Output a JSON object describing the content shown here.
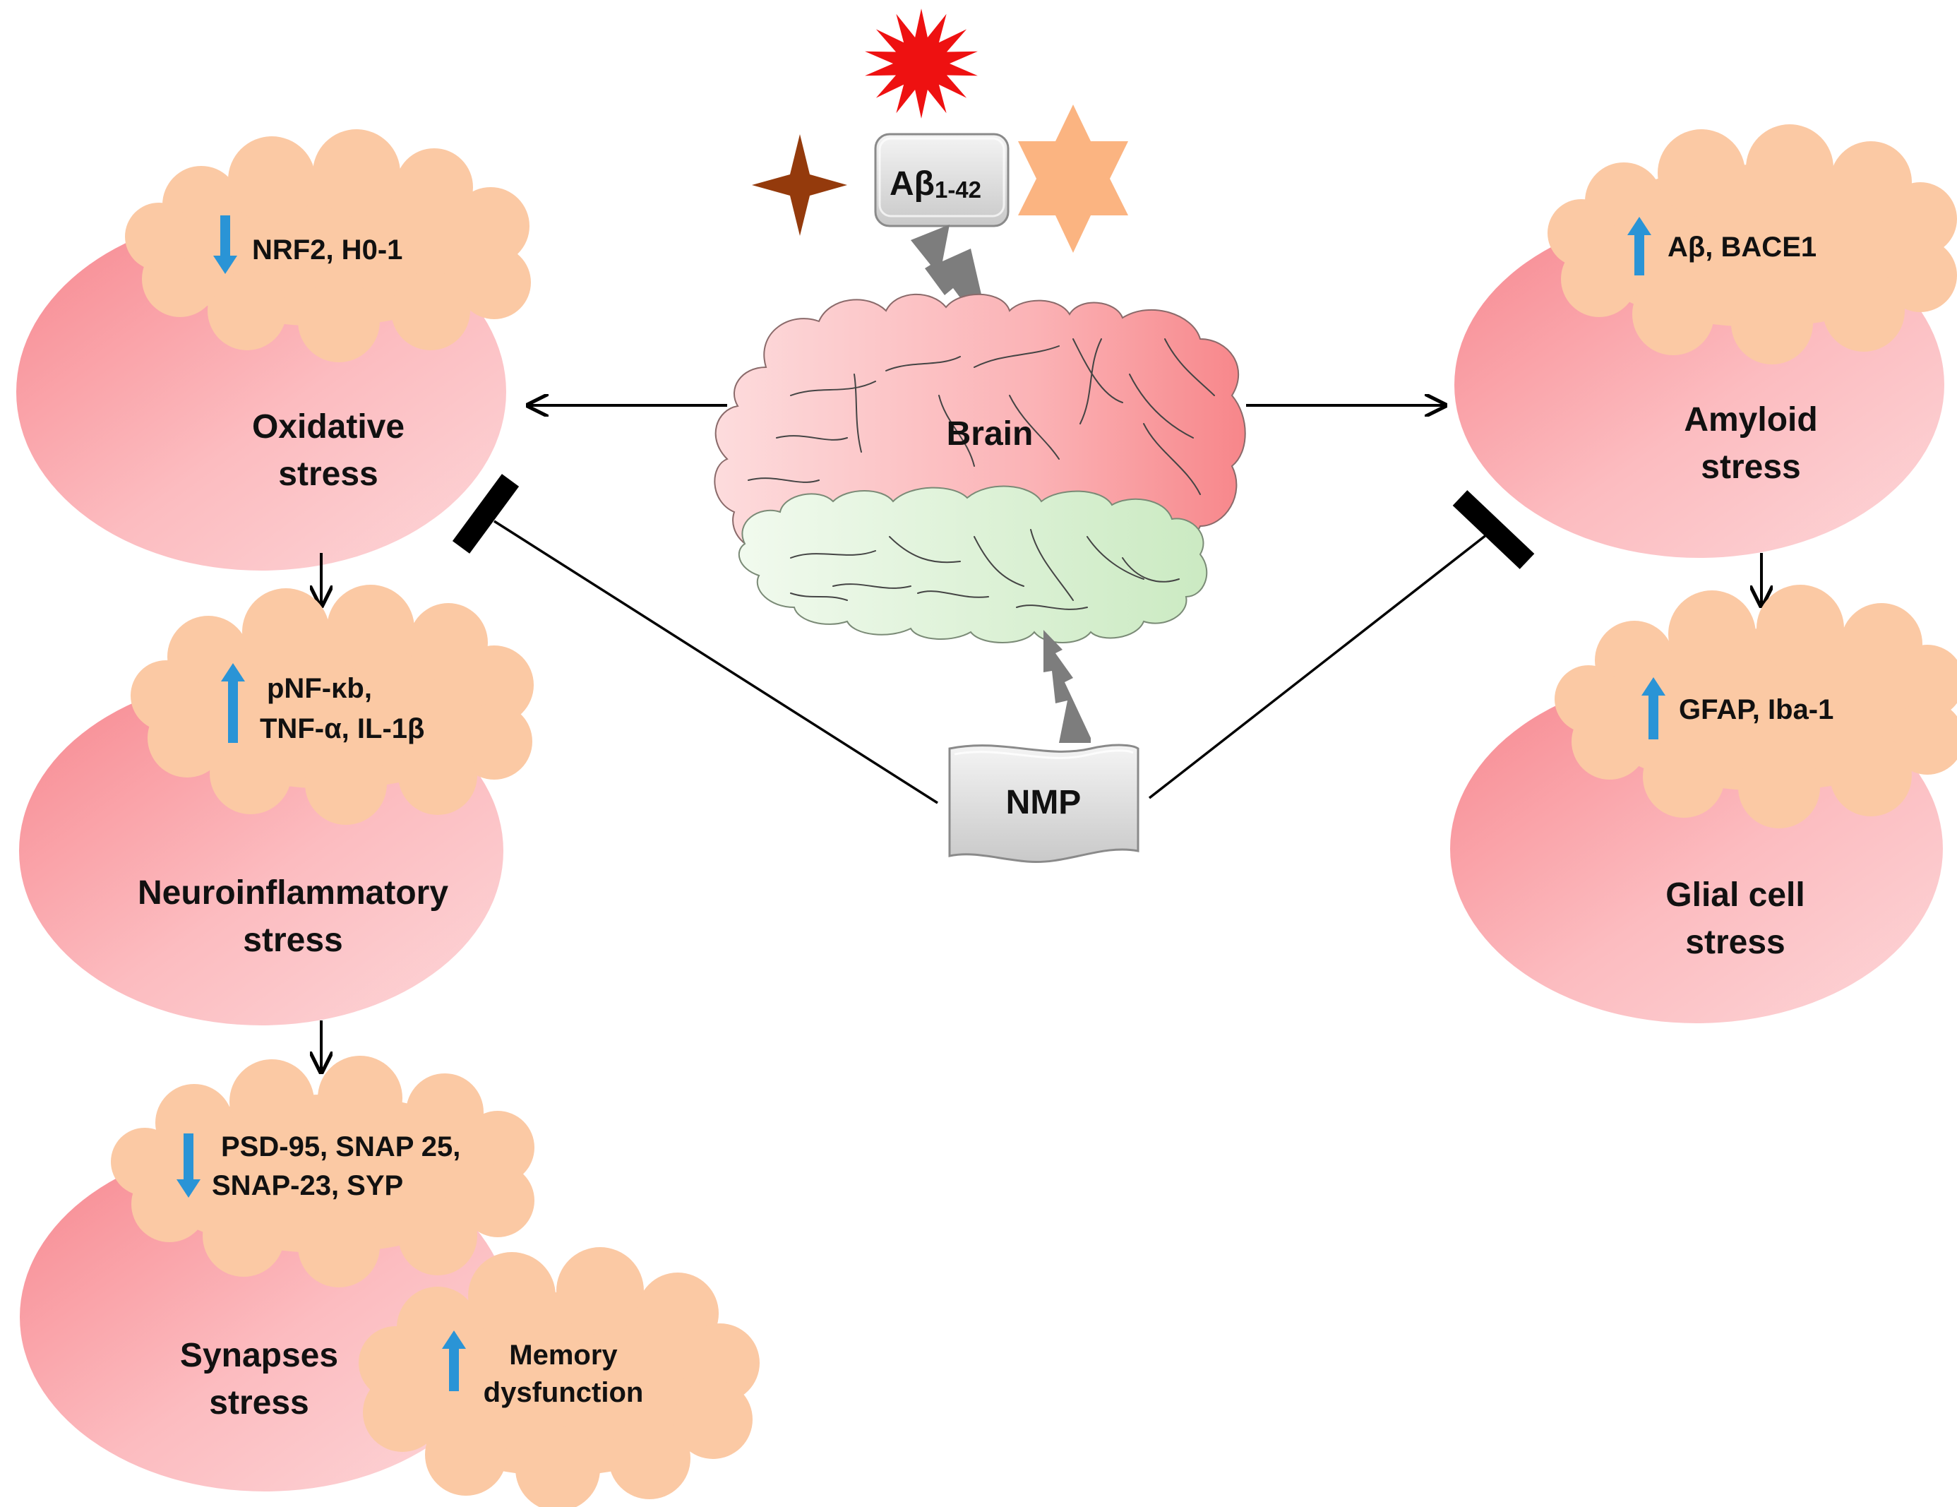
{
  "colors": {
    "ellipse_dark": "#f7868e",
    "ellipse_light": "#fcd3d6",
    "cloud_fill": "#fbc9a4",
    "up_down_arrow": "#2a94d6",
    "brain_pink_light": "#fdd9da",
    "brain_pink_dark": "#f88a8d",
    "brain_green_light": "#eef8ea",
    "brain_green_dark": "#cdebc5",
    "bolt_gray": "#7d7d7d",
    "box_gray": "#dcdcdc",
    "red_burst": "#ee1111",
    "brown_star": "#943a0c",
    "peach_star": "#fbb481",
    "line_black": "#000000"
  },
  "top": {
    "abeta_label": "Aβ",
    "abeta_sub": "1-42"
  },
  "center": {
    "brain_label": "Brain",
    "nmp_label": "NMP"
  },
  "left": {
    "oxidative": {
      "marker": "NRF2, H0-1",
      "direction": "down",
      "title_line1": "Oxidative",
      "title_line2": "stress"
    },
    "neuroinflammatory": {
      "marker_line1": "pNF-κb,",
      "marker_line2": "TNF-α, IL-1β",
      "direction": "up",
      "title_line1": "Neuroinflammatory",
      "title_line2": "stress"
    },
    "synapses": {
      "marker_line1": "PSD-95, SNAP 25,",
      "marker_line2": "SNAP-23, SYP",
      "direction": "down",
      "title_line1": "Synapses",
      "title_line2": "stress"
    },
    "memory": {
      "marker_line1": "Memory",
      "marker_line2": "dysfunction",
      "direction": "up"
    }
  },
  "right": {
    "amyloid": {
      "marker": "Aβ, BACE1",
      "direction": "up",
      "title_line1": "Amyloid",
      "title_line2": "stress"
    },
    "glial": {
      "marker": "GFAP, Iba-1",
      "direction": "up",
      "title_line1": "Glial cell",
      "title_line2": "stress"
    }
  }
}
